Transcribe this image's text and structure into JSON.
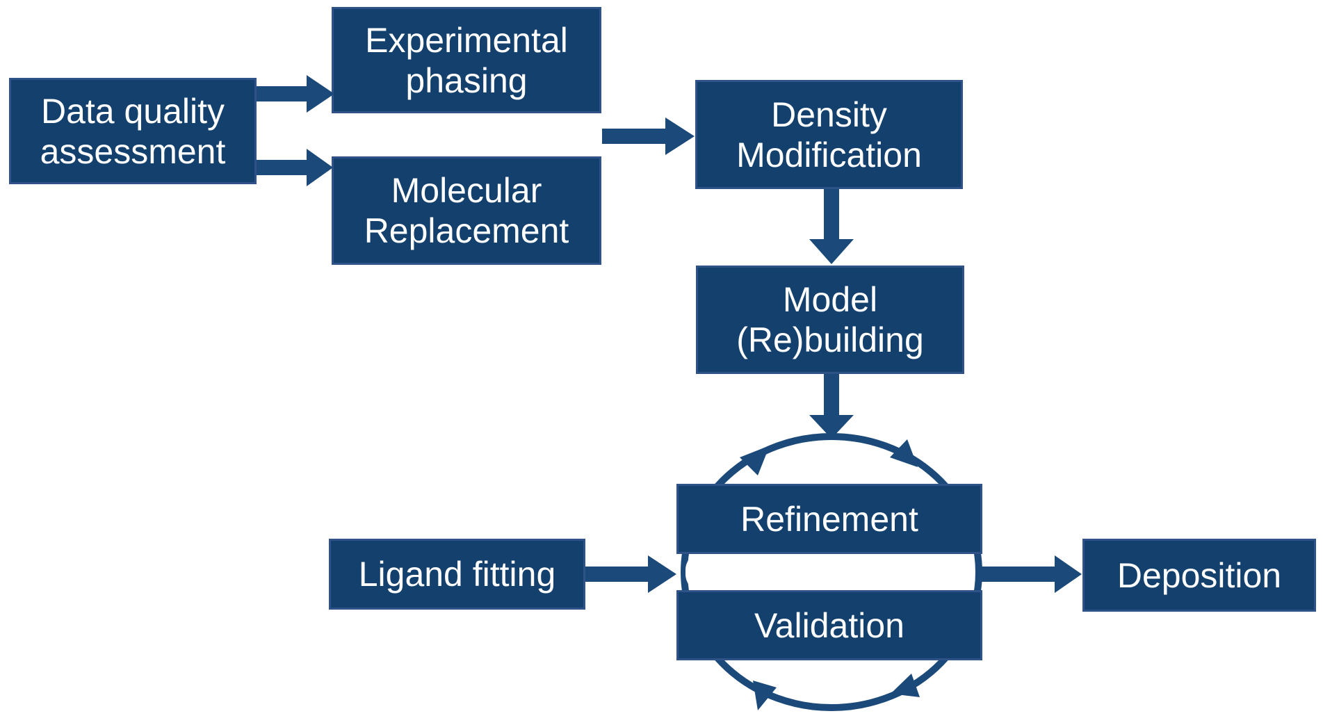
{
  "diagram": {
    "description": "Crystallographic structure determination workflow",
    "background": "#FFFFFF"
  },
  "colors": {
    "box_fill": "#14406E",
    "box_border": "#2F5389",
    "arrow": "#1B4A7A",
    "text": "#FFFFFF"
  },
  "nodes": {
    "data_quality": {
      "label": "Data quality\nassessment"
    },
    "experimental_phasing": {
      "label": "Experimental\nphasing"
    },
    "molecular_replacement": {
      "label": "Molecular\nReplacement"
    },
    "density_modification": {
      "label": "Density\nModification"
    },
    "model_rebuilding": {
      "label": "Model\n(Re)building"
    },
    "refinement": {
      "label": "Refinement"
    },
    "validation": {
      "label": "Validation"
    },
    "ligand_fitting": {
      "label": "Ligand fitting"
    },
    "deposition": {
      "label": "Deposition"
    }
  },
  "edges": [
    {
      "from": "Data quality assessment",
      "to": "Experimental phasing"
    },
    {
      "from": "Data quality assessment",
      "to": "Molecular Replacement"
    },
    {
      "from": "Experimental phasing / Molecular Replacement",
      "to": "Density Modification"
    },
    {
      "from": "Density Modification",
      "to": "Model (Re)building"
    },
    {
      "from": "Model (Re)building",
      "to": "Refinement-Validation cycle"
    },
    {
      "from": "Ligand fitting",
      "to": "Refinement-Validation cycle"
    },
    {
      "from": "Refinement-Validation cycle",
      "to": "Deposition"
    }
  ],
  "cycle": {
    "members": [
      "Refinement",
      "Validation"
    ],
    "shape": "circular arrows around both boxes",
    "arrowheads": 4,
    "direction": "clockwise"
  }
}
